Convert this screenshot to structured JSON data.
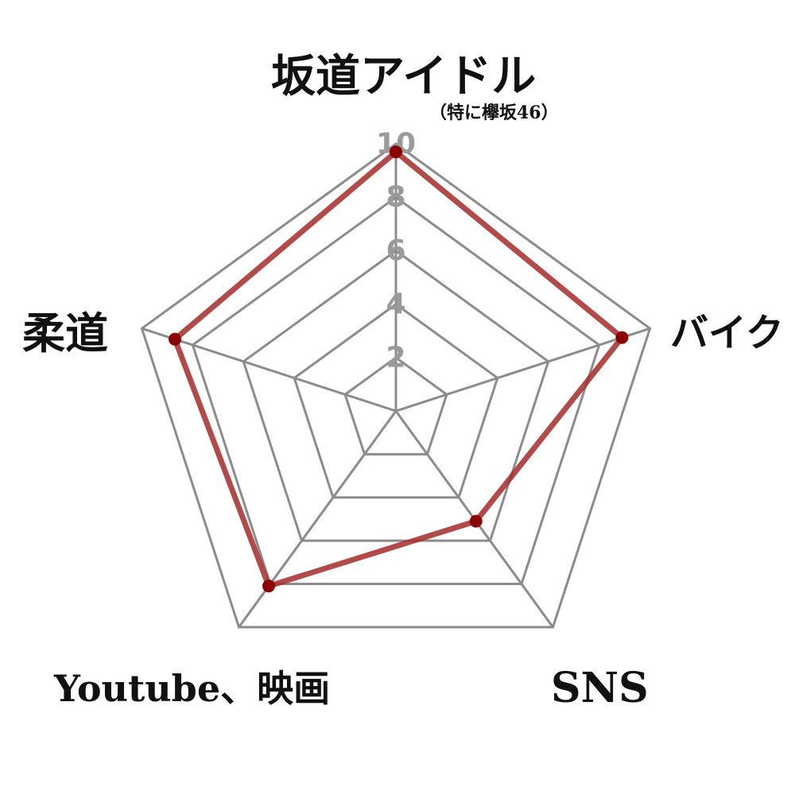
{
  "chart_data": {
    "type": "radar",
    "axes": [
      "坂道アイドル",
      "バイク",
      "SNS",
      "Youtube、映画",
      "柔道"
    ],
    "axis_sublabels": {
      "坂道アイドル": "（特に欅坂46）"
    },
    "values": [
      9.7,
      8.9,
      5.1,
      8.1,
      8.7
    ],
    "rlim": [
      0,
      10
    ],
    "ticks": [
      2,
      4,
      6,
      8,
      10
    ],
    "tick_labels": [
      "2",
      "4",
      "6",
      "8",
      "10"
    ],
    "grid": true,
    "series_color": "#a52a2a",
    "point_color": "#8b0000",
    "grid_color": "#8c8c8c"
  }
}
